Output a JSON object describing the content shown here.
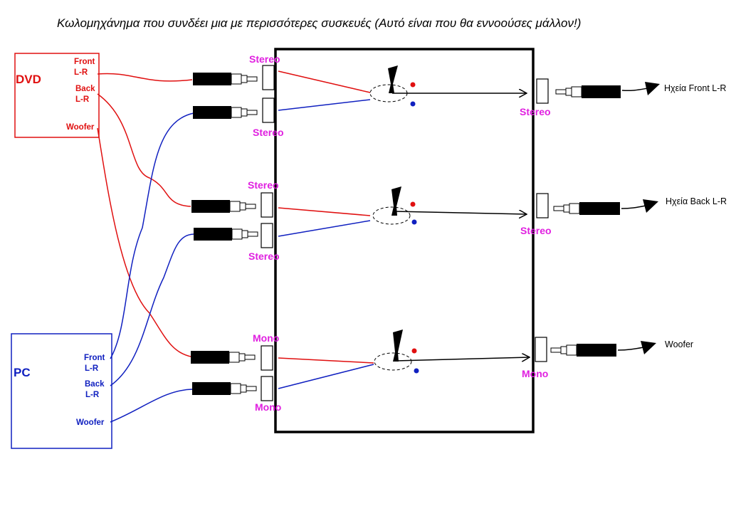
{
  "title": "Κωλομηχάνημα που συνδέει μια με περισσότερες συσκευές  (Αυτό είναι που θα εννοούσες μάλλον!)",
  "colors": {
    "dvd": "#e01010",
    "pc": "#1020c0",
    "label": "#e020e0",
    "box": "#000000"
  },
  "dvd": {
    "name": "DVD",
    "ports": {
      "front": [
        "Front",
        "L-R"
      ],
      "back": [
        "Back",
        "L-R"
      ],
      "woofer": "Woofer"
    }
  },
  "pc": {
    "name": "PC",
    "ports": {
      "front": [
        "Front",
        "L-R"
      ],
      "back": [
        "Back",
        "L-R"
      ],
      "woofer": "Woofer"
    }
  },
  "inputs": {
    "top": [
      "Stereo",
      "Stereo"
    ],
    "middle": [
      "Stereo",
      "Stereo"
    ],
    "bottom": [
      "Mono",
      "Mono"
    ]
  },
  "outputs": {
    "front": {
      "type": "Stereo",
      "label": "Ηχεία Front L-R"
    },
    "back": {
      "type": "Stereo",
      "label": "Ηχεία Back L-R"
    },
    "woofer": {
      "type": "Mono",
      "label": "Woofer"
    }
  }
}
